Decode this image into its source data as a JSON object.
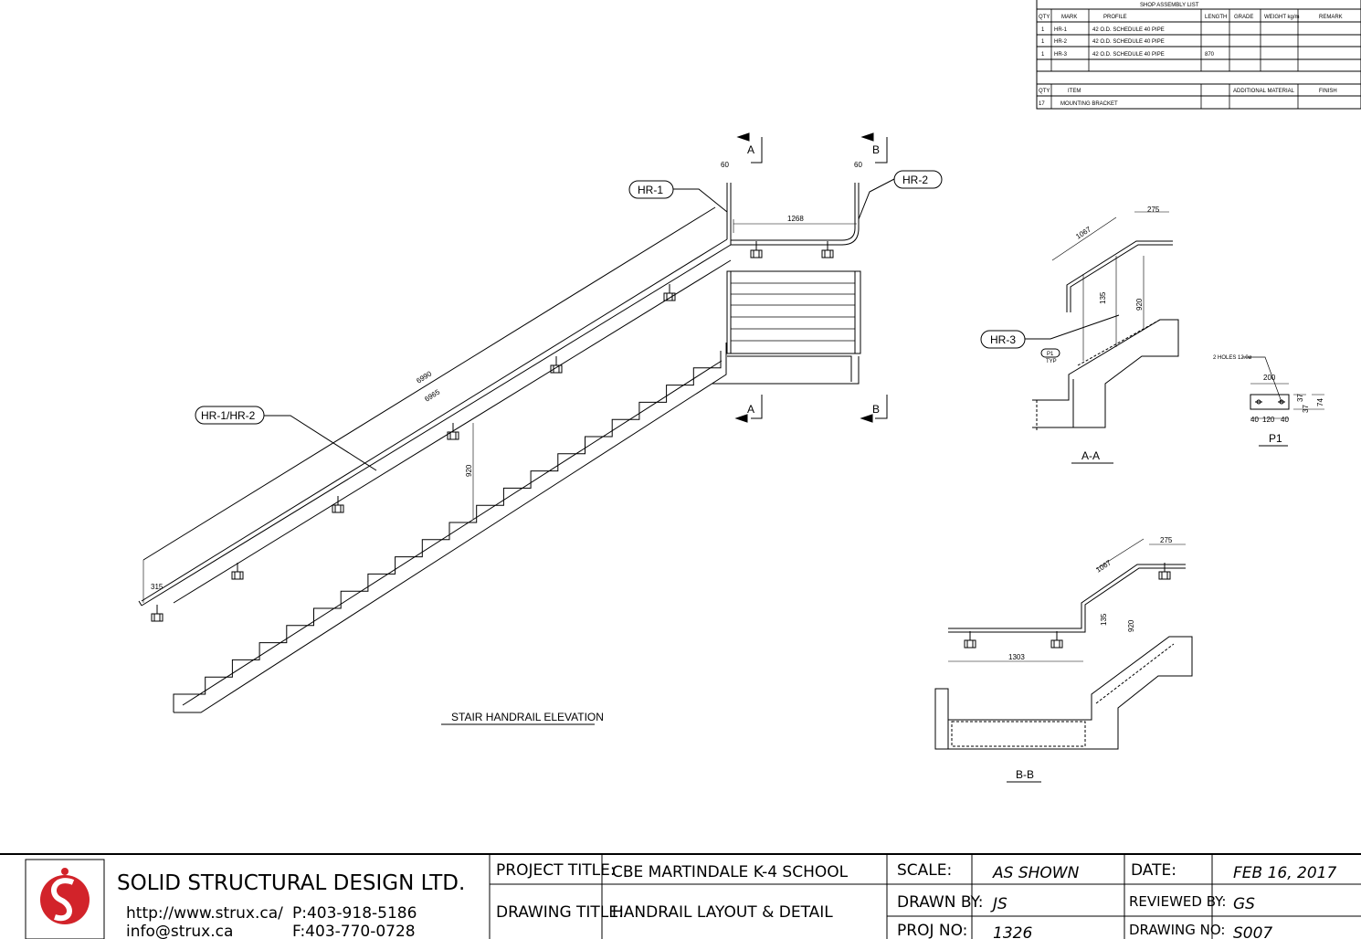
{
  "assembly_list": {
    "title": "SHOP ASSEMBLY LIST",
    "headers": [
      "QTY",
      "MARK",
      "PROFILE",
      "LENGTH",
      "GRADE",
      "WEIGHT kg/m",
      "REMARK"
    ],
    "rows": [
      [
        "1",
        "HR-1",
        "42 O.D. SCHEDULE 40 PIPE",
        ""
      ],
      [
        "1",
        "HR-2",
        "42 O.D. SCHEDULE 40 PIPE",
        ""
      ],
      [
        "1",
        "HR-3",
        "42 O.D. SCHEDULE 40 PIPE",
        "870"
      ]
    ],
    "headers2": [
      "QTY",
      "ITEM",
      "ADDITIONAL MATERIAL",
      "FINISH"
    ],
    "rows2": [
      [
        "17",
        "MOUNTING BRACKET"
      ]
    ]
  },
  "elevation": {
    "title": "STAIR HANDRAIL ELEVATION",
    "tags": [
      "HR-1",
      "HR-2",
      "HR-1/HR-2"
    ],
    "section_marks": [
      "A",
      "B",
      "A",
      "B"
    ],
    "dims": [
      "60",
      "60",
      "1268",
      "6990",
      "6965",
      "920",
      "315"
    ]
  },
  "section_aa": {
    "title": "A-A",
    "tag": "HR-3",
    "p1": "P1",
    "typ": "TYP",
    "dims": [
      "1067",
      "275",
      "135",
      "920"
    ]
  },
  "detail_p1": {
    "title": "P1",
    "note": "2 HOLES 12.0ø",
    "dims": [
      "200",
      "40",
      "120",
      "40",
      "37",
      "37",
      "74"
    ]
  },
  "section_bb": {
    "title": "B-B",
    "dims": [
      "1067",
      "275",
      "135",
      "920",
      "1303"
    ]
  },
  "title_block": {
    "company": "SOLID STRUCTURAL DESIGN LTD.",
    "website": "http://www.strux.ca/",
    "email": "info@strux.ca",
    "phone": "P:403-918-5186",
    "fax": "F:403-770-0728",
    "project_title_label": "PROJECT TITLE:",
    "project_title": "CBE MARTINDALE K-4 SCHOOL",
    "drawing_title_label": "DRAWING TITLE:",
    "drawing_title": "HANDRAIL LAYOUT & DETAIL",
    "scale_label": "SCALE:",
    "scale": "AS SHOWN",
    "drawn_by_label": "DRAWN BY:",
    "drawn_by": "JS",
    "proj_no_label": "PROJ NO:",
    "proj_no": "1326",
    "date_label": "DATE:",
    "date": "FEB 16, 2017",
    "reviewed_by_label": "REVIEWED BY:",
    "reviewed_by": "GS",
    "drawing_no_label": "DRAWING NO:",
    "drawing_no": "S007",
    "logo_color": "#d2232a"
  }
}
